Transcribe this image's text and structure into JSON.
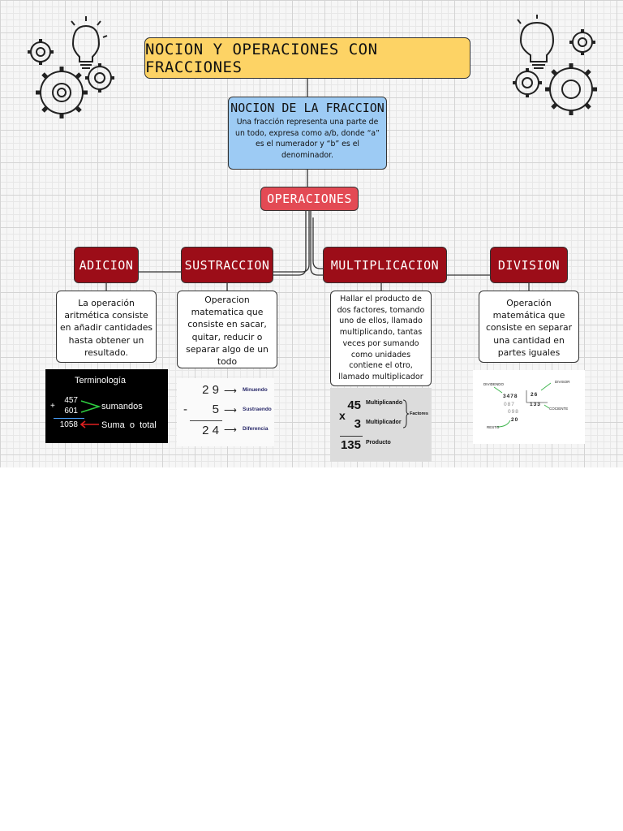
{
  "title": "NOCION  Y OPERACIONES CON FRACCIONES",
  "notion": {
    "title": "NOCION DE LA FRACCION",
    "text": "Una fracción representa una parte de un todo, expresa como a/b, donde “a” es el numerador y “b” es el denominador."
  },
  "operations_label": "OPERACIONES",
  "branches": [
    {
      "title": "ADICION",
      "text": "La operación aritmética consiste en añadir cantidades hasta obtener un resultado."
    },
    {
      "title": "SUSTRACCION",
      "text": "Operacion matematica que consiste en sacar, quitar, reducir o separar algo de un todo"
    },
    {
      "title": "MULTIPLICACION",
      "text": "Hallar el producto de dos factores, tomando uno de ellos, llamado multiplicando, tantas veces por sumando como unidades contiene el otro, llamado multiplicador"
    },
    {
      "title": "DIVISION",
      "text": "Operación matemática que consiste en separar una cantidad en partes iguales"
    }
  ],
  "addition_example": {
    "heading": "Terminología",
    "plus": "+",
    "n1": "457",
    "n2": "601",
    "sum": "1058",
    "label_addends": "sumandos",
    "label_sum": "Suma  o  total",
    "arrow_green": "#2ecc40",
    "arrow_red": "#e02020"
  },
  "subtraction_example": {
    "minuend": "2 9",
    "minus": "-",
    "subtrahend": "5",
    "difference": "2 4",
    "arrow": "⟶",
    "label_minuend": "Minuendo",
    "label_subtrahend": "Sustraendo",
    "label_difference": "Diferencia"
  },
  "multiplication_example": {
    "times": "x",
    "multiplicand": "45",
    "multiplier": "3",
    "product": "135",
    "label_multiplicand": "Multiplicando",
    "label_multiplier": "Multiplicador",
    "label_product": "Producto",
    "label_factors": "Factores"
  },
  "division_example": {
    "dividend": "3478",
    "divisor": "26",
    "line1": "087",
    "quotient": "133",
    "line2": "098",
    "remainder": "20",
    "label_dividend": "DIVIDENDO",
    "label_divisor": "DIVISOR",
    "label_quotient": "COCIENTE",
    "label_remainder": "RESTO"
  },
  "decorations": [
    "lightbulb-gears-icon-left",
    "lightbulb-gears-icon-right"
  ]
}
